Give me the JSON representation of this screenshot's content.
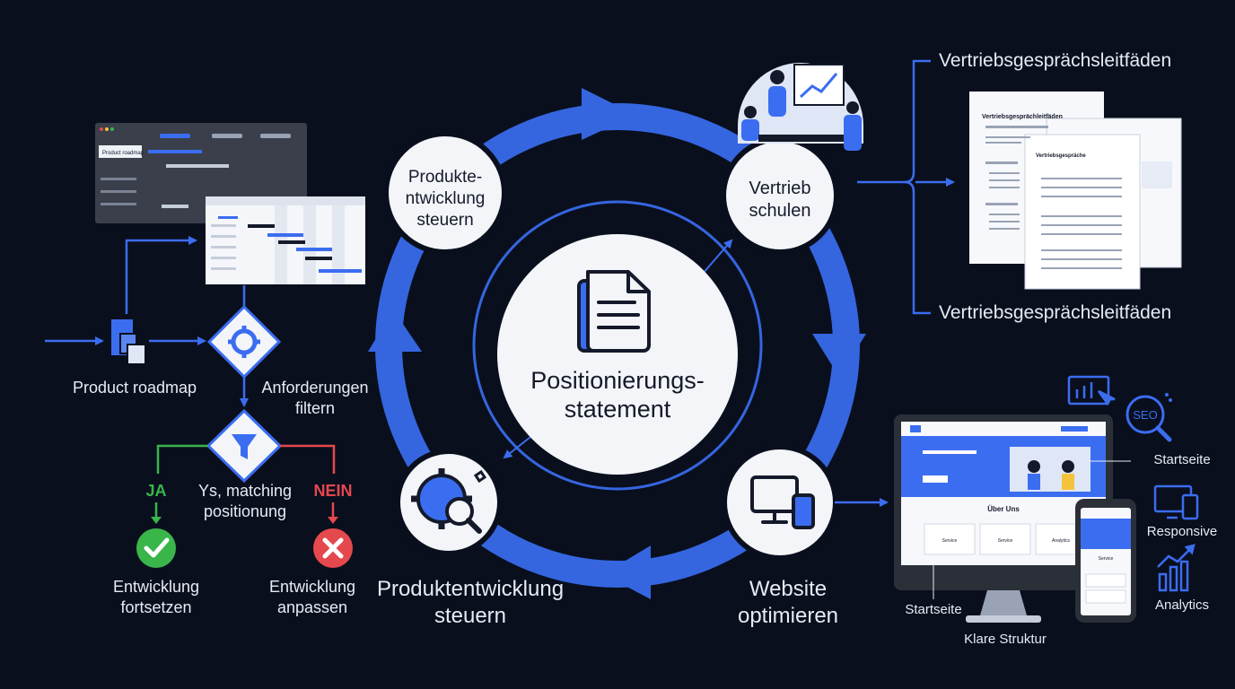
{
  "center": {
    "label": "Positionierungs-\nstatement"
  },
  "nodes": {
    "top_left": "Produkte-\nntwicklung\nsteuern",
    "top_right": "Vertrieb\nschulen",
    "bottom_left": "Produktentwicklung\nsteuern",
    "bottom_right": "Website\noptimieren"
  },
  "left_flow": {
    "roadmap_label": "Product roadmap",
    "filter_label": "Anforderungen\nfiltern",
    "question_label": "Ys, matching\npositionung",
    "yes_label": "JA",
    "no_label": "NEIN",
    "yes_result": "Entwicklung\nfortsetzen",
    "no_result": "Entwicklung\nanpassen",
    "roadmap_window_title": "Product roadmap"
  },
  "right_top": {
    "guide_label_top": "Vertriebsgesprächsleitfäden",
    "guide_label_bottom": "Vertriebsgesprächsleitfäden",
    "doc_title_back": "Vertriebsgesprächleitfäden",
    "doc_title_front": "Vertriebsgespräche"
  },
  "right_bottom": {
    "startseite_right": "Startseite",
    "responsive": "Responsive",
    "analytics": "Analytics",
    "startseite_bottom": "Startseite",
    "klare_struktur": "Klare Struktur",
    "seo_badge": "SEO",
    "site_section_title": "Über Uns",
    "site_cards": [
      "Service",
      "Service",
      "Analytics"
    ],
    "phone_section": "Service"
  },
  "colors": {
    "background": "#0a0f1e",
    "accent": "#3b6df0",
    "node_fill": "#f3f5f9",
    "yes_green": "#39b54a",
    "no_red": "#e5484d"
  },
  "icons": [
    "document-icon",
    "gear-icon",
    "funnel-icon",
    "check-icon",
    "x-icon",
    "gear-search-icon",
    "monitor-phone-icon",
    "bar-chart-icon",
    "seo-icon",
    "responsive-icon",
    "analytics-icon",
    "presentation-icon"
  ]
}
